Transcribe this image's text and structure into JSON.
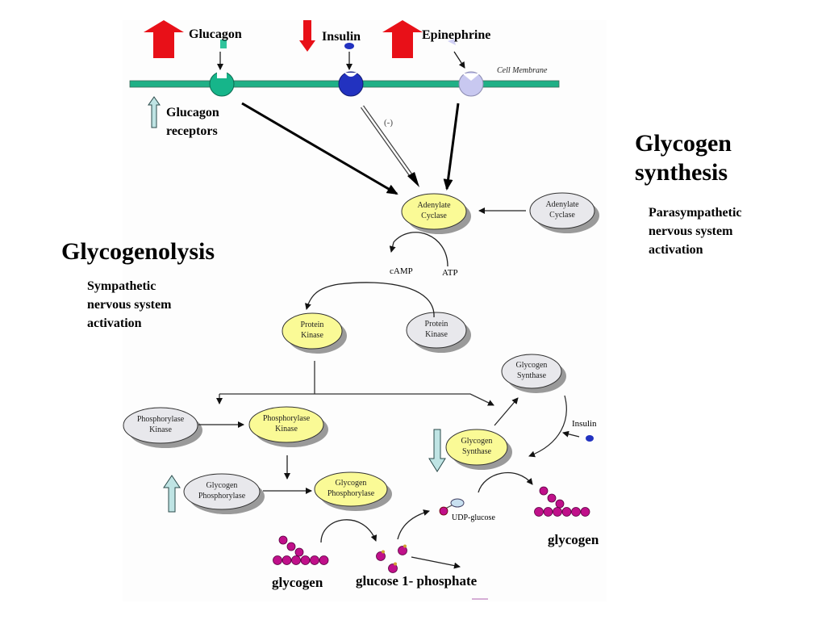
{
  "slide": {
    "hormones": {
      "glucagon": {
        "label": "Glucagon",
        "trend": "up"
      },
      "insulin": {
        "label": "Insulin",
        "trend": "down"
      },
      "epinephrine": {
        "label": "Epinephrine",
        "trend": "up"
      }
    },
    "membrane_label": "Cell Membrane",
    "glucagon_receptors": {
      "line1": "Glucagon",
      "line2": "receptors",
      "trend": "up"
    },
    "inhibition_label": "(-)",
    "left_panel": {
      "title": "Glycogenolysis",
      "subtitle_lines": [
        "Sympathetic",
        "nervous system",
        "activation"
      ]
    },
    "right_panel": {
      "title_lines": [
        "Glycogen",
        "synthesis"
      ],
      "subtitle_lines": [
        "Parasympathetic",
        "nervous system",
        "activation"
      ]
    },
    "nodes": {
      "adenylate_cyclase_active": {
        "line1": "Adenylate",
        "line2": "Cyclase",
        "state": "active"
      },
      "adenylate_cyclase_inactive": {
        "line1": "Adenylate",
        "line2": "Cyclase",
        "state": "inactive"
      },
      "protein_kinase_active": {
        "line1": "Protein",
        "line2": "Kinase",
        "state": "active"
      },
      "protein_kinase_inactive": {
        "line1": "Protein",
        "line2": "Kinase",
        "state": "inactive"
      },
      "phosphorylase_kinase_inactive": {
        "line1": "Phosphorylase",
        "line2": "Kinase",
        "state": "inactive"
      },
      "phosphorylase_kinase_active": {
        "line1": "Phosphorylase",
        "line2": "Kinase",
        "state": "active"
      },
      "glycogen_phosphorylase_inactive": {
        "line1": "Glycogen",
        "line2": "Phosphorylase",
        "state": "inactive"
      },
      "glycogen_phosphorylase_active": {
        "line1": "Glycogen",
        "line2": "Phosphorylase",
        "state": "active"
      },
      "glycogen_synthase_inactive": {
        "line1": "Glycogen",
        "line2": "Synthase",
        "state": "inactive"
      },
      "glycogen_synthase_active": {
        "line1": "Glycogen",
        "line2": "Synthase",
        "state": "active"
      }
    },
    "metabolites": {
      "camp": "cAMP",
      "atp": "ATP",
      "insulin_small": "Insulin",
      "udp_glucose": "UDP-glucose"
    },
    "bottom_labels": {
      "glycogen_left": "glycogen",
      "glucose_1_phosphate": "glucose 1- phosphate",
      "glycogen_right": "glycogen"
    },
    "glycogen_synthase_trend": "down",
    "glycogen_phosphorylase_trend": "up",
    "colors": {
      "membrane": "#1fb086",
      "glucagon_receptor": "#16b58a",
      "insulin_receptor": "#2232c0",
      "epinephrine_receptor": "#c8c8f0",
      "active_node": "#fafa96",
      "inactive_node": "#e8e8ec",
      "hormone_arrow": "#e81018",
      "trend_arrow": "#bfe4e4",
      "glucose_bead": "#c0108a"
    }
  }
}
